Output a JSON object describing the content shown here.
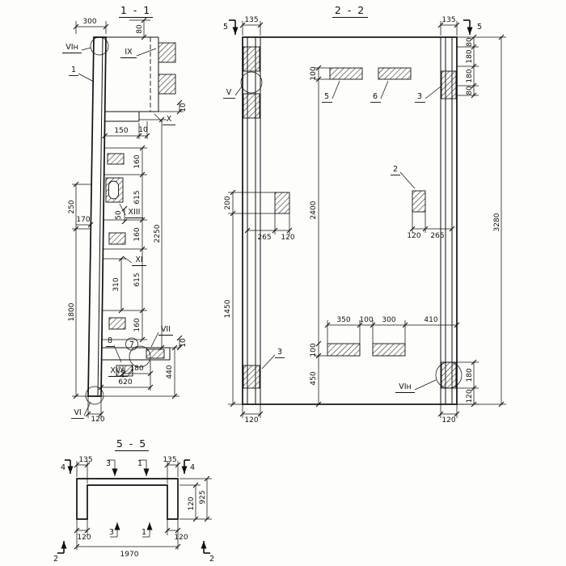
{
  "s11": {
    "title": "1 - 1",
    "dim_300": "300",
    "dim_80": "80",
    "dim_10_top": "10",
    "dim_150": "150",
    "dim_10_step": "10",
    "dim_250": "250",
    "dim_170": "170",
    "dim_1800": "1800",
    "dim_160_1": "160",
    "dim_615_1": "615",
    "dim_50": "50",
    "dim_160_2": "160",
    "dim_615_2": "615",
    "dim_160_3": "160",
    "dim_2250": "2250",
    "dim_310": "310",
    "dim_10_bracket": "10",
    "dim_440": "440",
    "dim_180": "180",
    "dim_620": "620",
    "dim_120": "120",
    "lbl_vin": "VIн",
    "lbl_ix": "IX",
    "lbl_1": "1",
    "lbl_x": "X",
    "lbl_xiii": "XIII",
    "lbl_xi": "XI",
    "lbl_8": "8",
    "lbl_7": "7",
    "lbl_vii": "VII",
    "lbl_xvn": "XVн",
    "lbl_vi": "VI"
  },
  "s22": {
    "title": "2 - 2",
    "cut_5_left": "5",
    "cut_5_right": "5",
    "dim_135_left": "135",
    "dim_135_right": "135",
    "dim_80_1": "80",
    "dim_180_1": "180",
    "dim_180_2": "180",
    "dim_80_2": "80",
    "dim_100_top": "100",
    "dim_2400": "2400",
    "dim_3280": "3280",
    "dim_200": "200",
    "dim_1450": "1450",
    "dim_265_left": "265",
    "dim_120_left": "120",
    "dim_120_right": "120",
    "dim_265_right": "265",
    "dim_350": "350",
    "dim_100_mid": "100",
    "dim_300": "300",
    "dim_410": "410",
    "dim_100_bot": "100",
    "dim_450": "450",
    "dim_180_bot": "180",
    "dim_120_bot_r": "120",
    "dim_120_fl_l": "120",
    "dim_120_fl_r": "120",
    "lbl_v": "V",
    "lbl_5": "5",
    "lbl_6": "6",
    "lbl_3_top": "3",
    "lbl_2": "2",
    "lbl_3_bot": "3",
    "lbl_vin": "VIн"
  },
  "s55": {
    "title": "5 - 5",
    "cut_4_left": "4",
    "cut_4_right": "4",
    "dim_135_left": "135",
    "dim_135_right": "135",
    "lbl_3_top": "3",
    "lbl_1_top": "1",
    "dim_120_side": "120",
    "dim_925": "925",
    "dim_120_bot_l": "120",
    "dim_120_bot_r": "120",
    "lbl_3_bot": "3",
    "lbl_1_bot": "1",
    "dim_1970": "1970",
    "cut_2_left": "2",
    "cut_2_right": "2"
  }
}
